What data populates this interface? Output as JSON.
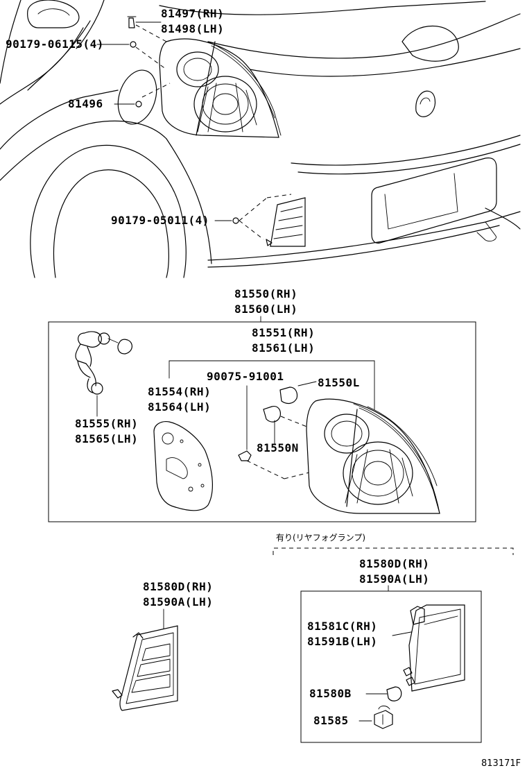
{
  "diagram": {
    "labels": {
      "p81497": "81497(RH)",
      "p81498": "81498(LH)",
      "p90179_06115": "90179-06115(4)",
      "p81496": "81496",
      "p90179_05011": "90179-05011(4)",
      "p81550": "81550(RH)",
      "p81560": "81560(LH)",
      "p81551": "81551(RH)",
      "p81561": "81561(LH)",
      "p90075": "90075-91001",
      "p81550L": "81550L",
      "p81554": "81554(RH)",
      "p81564": "81564(LH)",
      "p81555": "81555(RH)",
      "p81565": "81565(LH)",
      "p81550N": "81550N",
      "fog_note": "有り(リヤフォグランプ)",
      "p81580D_right": "81580D(RH)",
      "p81590A_right": "81590A(LH)",
      "p81580D_left": "81580D(RH)",
      "p81590A_left": "81590A(LH)",
      "p81581C": "81581C(RH)",
      "p81591B": "81591B(LH)",
      "p81580B": "81580B",
      "p81585": "81585",
      "diagram_code": "813171F"
    }
  }
}
